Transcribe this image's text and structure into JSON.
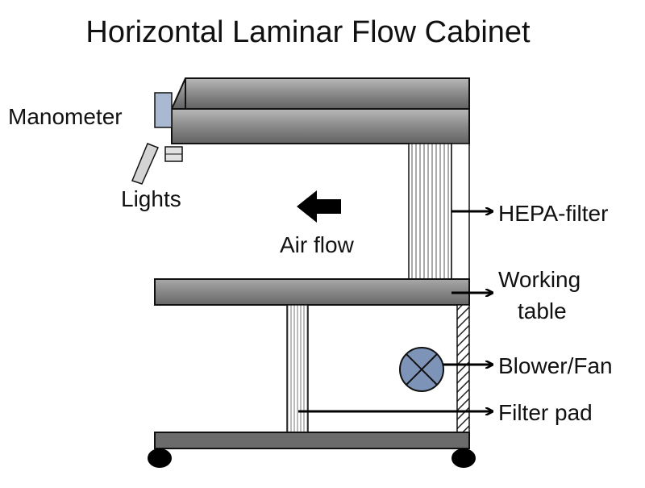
{
  "title": "Horizontal Laminar Flow Cabinet",
  "labels": {
    "manometer": "Manometer",
    "lights": "Lights",
    "air_flow": "Air flow",
    "hepa_filter": "HEPA-filter",
    "working_table_line1": "Working",
    "working_table_line2": "table",
    "blower_fan": "Blower/Fan",
    "filter_pad": "Filter pad"
  },
  "colors": {
    "gray_dark": "#6b6b6b",
    "gray_mid": "#8c8c8c",
    "gray_light": "#b4b4b4",
    "manometer_blue": "#a9b9d2",
    "fan_blue": "#7d93b8",
    "outline": "#111111",
    "wheel": "#000000"
  }
}
